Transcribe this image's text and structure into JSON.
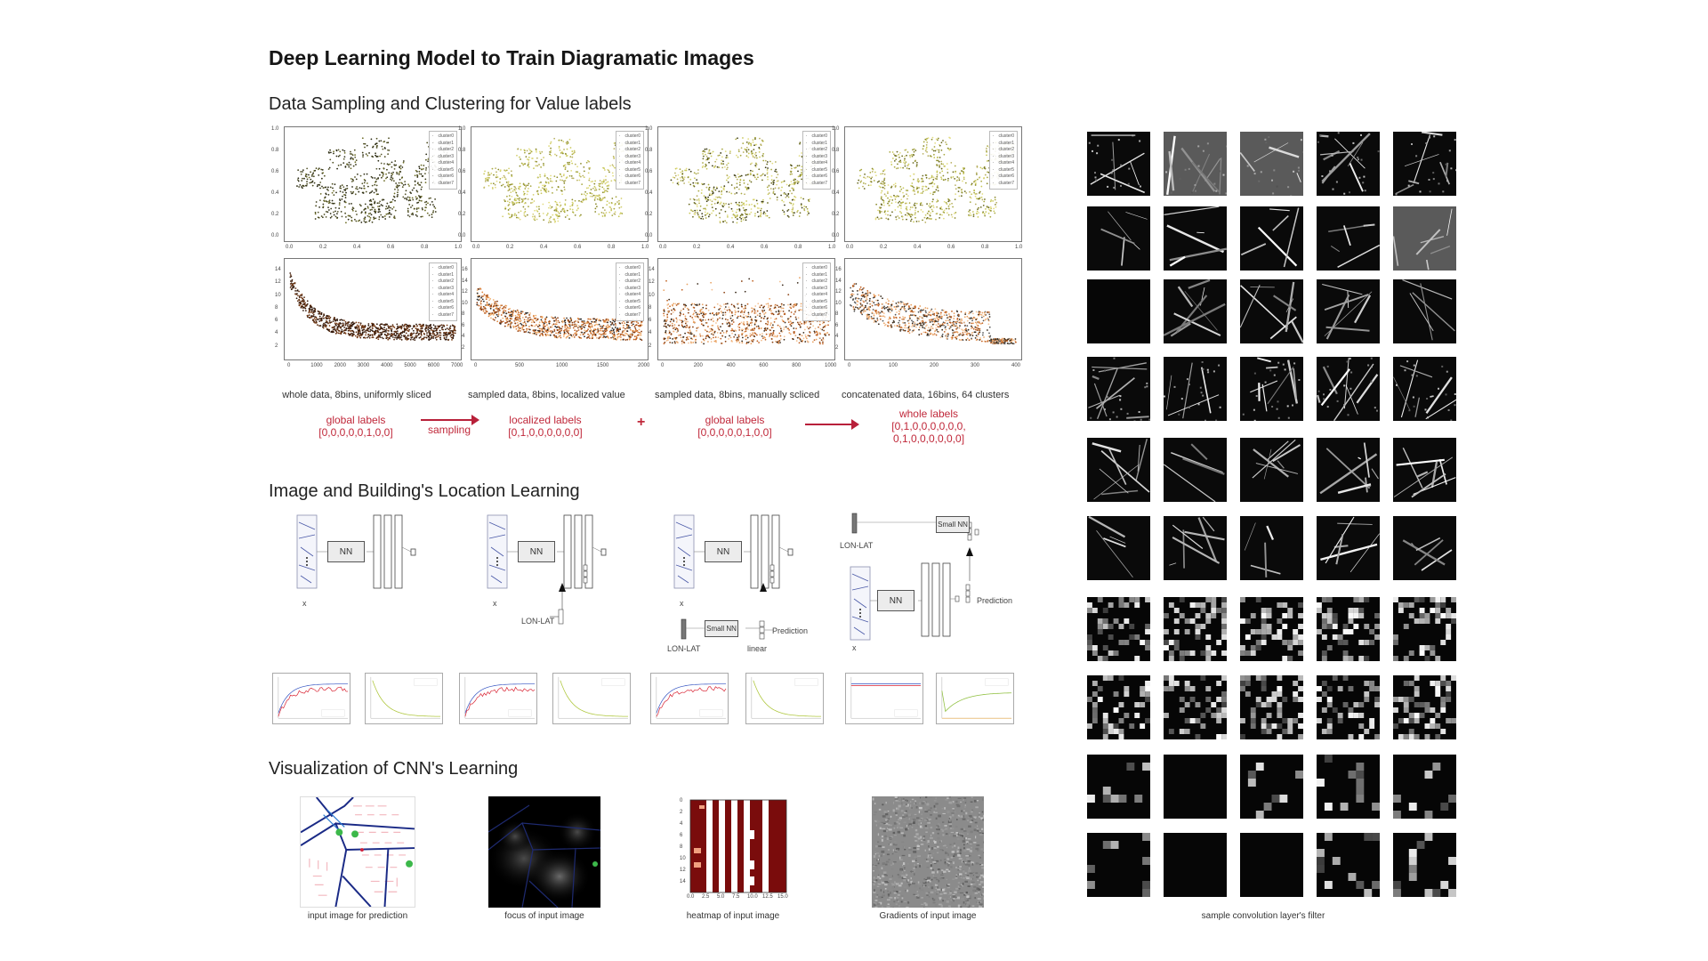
{
  "title": "Deep Learning Model to Train Diagramatic Images",
  "sections": {
    "sampling": "Data Sampling and Clustering for Value labels",
    "location": "Image and Building's Location Learning",
    "visualization": "Visualization of CNN's Learning"
  },
  "legend": [
    "cluster0",
    "cluster1",
    "cluster2",
    "cluster3",
    "cluster4",
    "cluster5",
    "cluster6",
    "cluster7"
  ],
  "scatter_top": {
    "yticks": [
      "1.0",
      "0.8",
      "0.6",
      "0.4",
      "0.2",
      "0.0"
    ],
    "xticks": [
      "0.0",
      "0.2",
      "0.4",
      "0.6",
      "0.8",
      "1.0"
    ]
  },
  "bottom_plots": [
    {
      "yticks": [
        "14",
        "12",
        "10",
        "8",
        "6",
        "4",
        "2"
      ],
      "xticks": [
        "0",
        "1000",
        "2000",
        "3000",
        "4000",
        "5000",
        "6000",
        "7000"
      ]
    },
    {
      "yticks": [
        "16",
        "14",
        "12",
        "10",
        "8",
        "6",
        "4",
        "2"
      ],
      "xticks": [
        "0",
        "500",
        "1000",
        "1500",
        "2000"
      ]
    },
    {
      "yticks": [
        "14",
        "12",
        "10",
        "8",
        "6",
        "4",
        "2"
      ],
      "xticks": [
        "0",
        "200",
        "400",
        "600",
        "800",
        "1000"
      ]
    },
    {
      "yticks": [
        "16",
        "14",
        "12",
        "10",
        "8",
        "6",
        "4",
        "2"
      ],
      "xticks": [
        "0",
        "100",
        "200",
        "300",
        "400"
      ]
    }
  ],
  "captions": [
    "whole data, 8bins, uniformly sliced",
    "sampled data, 8bins, localized value",
    "sampled data, 8bins, manually scliced",
    "concatenated data, 16bins, 64 clusters"
  ],
  "labels": {
    "l1": [
      "global labels",
      "[0,0,0,0,0,1,0,0]"
    ],
    "sampling": "sampling",
    "l2": [
      "localized labels",
      "[0,1,0,0,0,0,0,0]"
    ],
    "plus": "+",
    "l3": [
      "global labels",
      "[0,0,0,0,0,1,0,0]"
    ],
    "l4": [
      "whole labels",
      "[0,1,0,0,0,0,0,0,",
      "0,1,0,0,0,0,0,0]"
    ]
  },
  "diagrams": {
    "nn": "NN",
    "small_nn": "Small NN",
    "x": "x",
    "lonlat": "LON-LAT",
    "prediction": "Prediction",
    "linear": "linear"
  },
  "vis_captions": [
    "input image for prediction",
    "focus of input image",
    "heatmap of input image",
    "Gradients of input image"
  ],
  "heatmap": {
    "yticks": [
      "0",
      "2",
      "4",
      "6",
      "8",
      "10",
      "12",
      "14"
    ],
    "xticks": [
      "0.0",
      "2.5",
      "5.0",
      "7.5",
      "10.0",
      "12.5",
      "15.0"
    ]
  },
  "filters_caption": "sample convolution layer's filter",
  "colors": {
    "accent_red": "#c0283a",
    "heat_dark": "#7a0c0c"
  }
}
